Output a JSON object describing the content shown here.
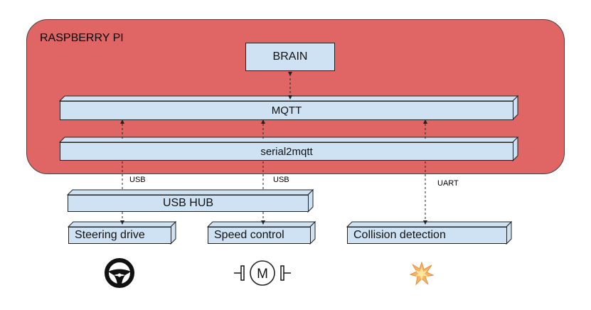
{
  "region": {
    "label": "RASPBERRY PI",
    "fill": "#e06666"
  },
  "boxes": {
    "brain": "BRAIN",
    "mqtt": "MQTT",
    "serial2mqtt": "serial2mqtt",
    "usb_hub": "USB HUB",
    "steering_drive": "Steering drive",
    "speed_control": "Speed control",
    "collision_detection": "Collision detection"
  },
  "connection_labels": {
    "usb_left": "USB",
    "usb_middle": "USB",
    "uart": "UART"
  },
  "icons": {
    "steering": "steering-wheel-icon",
    "motor": "motor-icon",
    "collision": "collision-icon"
  },
  "icons_text": {
    "motor_letter": "M"
  },
  "colors": {
    "box_fill": "#cfe2f3",
    "region_fill": "#e06666",
    "collision": "#f6b26b"
  }
}
